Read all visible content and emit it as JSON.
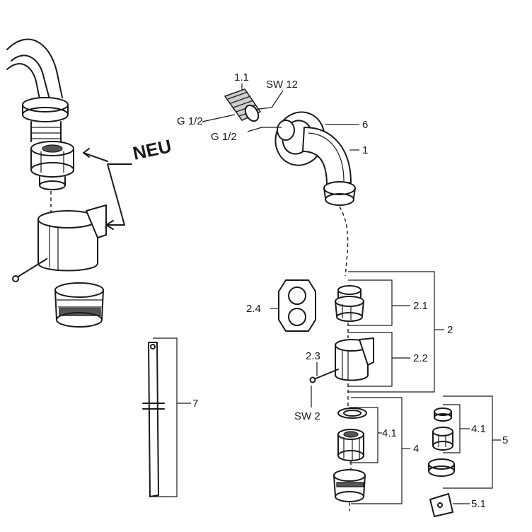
{
  "labels": {
    "neu": "NEU",
    "part_1_1": "1.1",
    "sw12": "SW 12",
    "g12_a": "G 1/2",
    "g12_b": "G 1/2",
    "part_6": "6",
    "part_1": "1",
    "part_2_1": "2.1",
    "part_2_4": "2.4",
    "part_2": "2",
    "part_2_3": "2.3",
    "part_2_2": "2.2",
    "sw2": "SW 2",
    "part_7": "7",
    "part_4_1_a": "4.1",
    "part_4": "4",
    "part_4_1_b": "4.1",
    "part_5": "5",
    "part_5_1": "5.1"
  }
}
